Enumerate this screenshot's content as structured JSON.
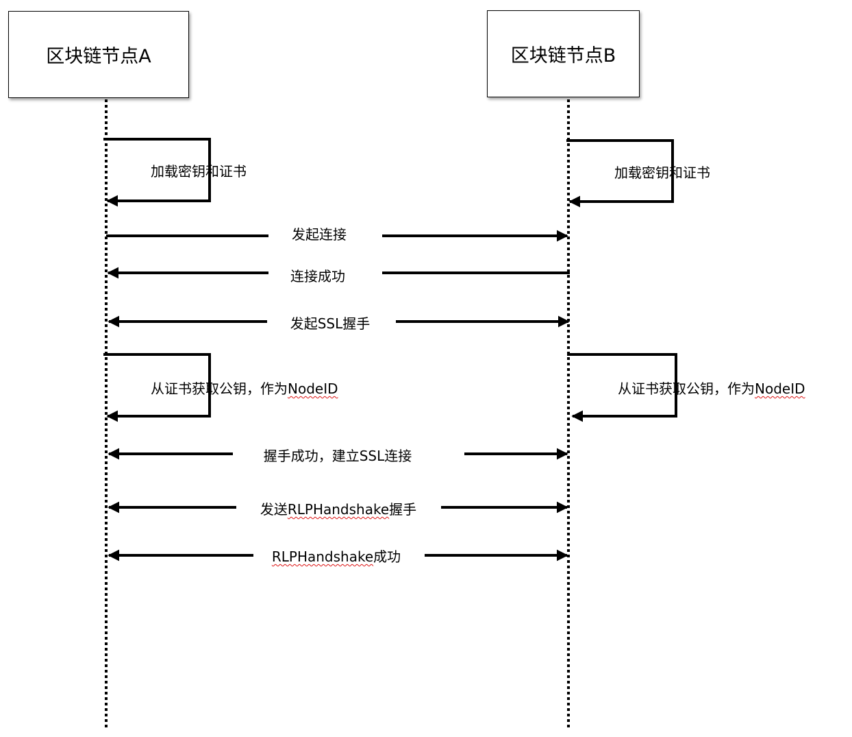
{
  "actors": {
    "a": {
      "label": "区块链节点A"
    },
    "b": {
      "label": "区块链节点B"
    }
  },
  "messages": {
    "self_a_1": {
      "label": "加载密钥和证书"
    },
    "self_b_1": {
      "label": "加载密钥和证书"
    },
    "m_connect": {
      "label": "发起连接",
      "direction": "A→B"
    },
    "m_connect_ok": {
      "label": "连接成功",
      "direction": "B→A"
    },
    "m_ssl": {
      "pre": "发起",
      "mid": "SSL",
      "post": "握手",
      "direction": "A↔B"
    },
    "self_a_2": {
      "pre": "从证书获取公钥，作为",
      "nodeid": "NodeID"
    },
    "self_b_2": {
      "pre": "从证书获取公钥，作为",
      "nodeid": "NodeID"
    },
    "m_ssl_ok": {
      "label": "握手成功，建立SSL连接",
      "direction": "A↔B"
    },
    "m_rlp": {
      "pre": "发送",
      "mid": "RLPHandshake",
      "post": "握手",
      "direction": "A↔B"
    },
    "m_rlp_ok": {
      "mid": "RLPHandshake",
      "post": "成功",
      "direction": "A↔B"
    }
  },
  "colors": {
    "line": "#000000",
    "spellcheck_underline": "#dd1111"
  }
}
